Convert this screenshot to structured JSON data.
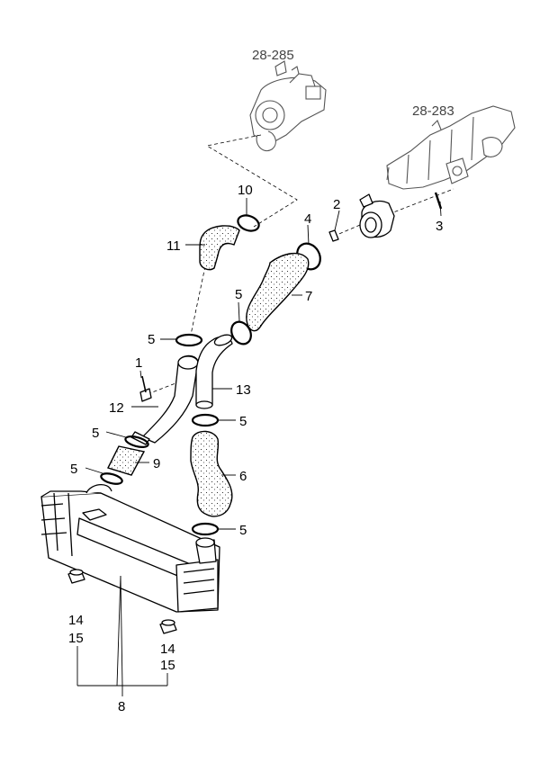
{
  "callouts": {
    "ref_turbo": "28-285",
    "ref_manifold": "28-283",
    "c1": "1",
    "c2": "2",
    "c3": "3",
    "c4": "4",
    "c5_a": "5",
    "c5_b": "5",
    "c5_c": "5",
    "c5_d": "5",
    "c5_e": "5",
    "c5_f": "5",
    "c6": "6",
    "c7": "7",
    "c8": "8",
    "c9": "9",
    "c10": "10",
    "c11": "11",
    "c12": "12",
    "c13": "13",
    "c14_left": "14",
    "c15_left": "15",
    "c14_right": "14",
    "c15_right": "15"
  }
}
